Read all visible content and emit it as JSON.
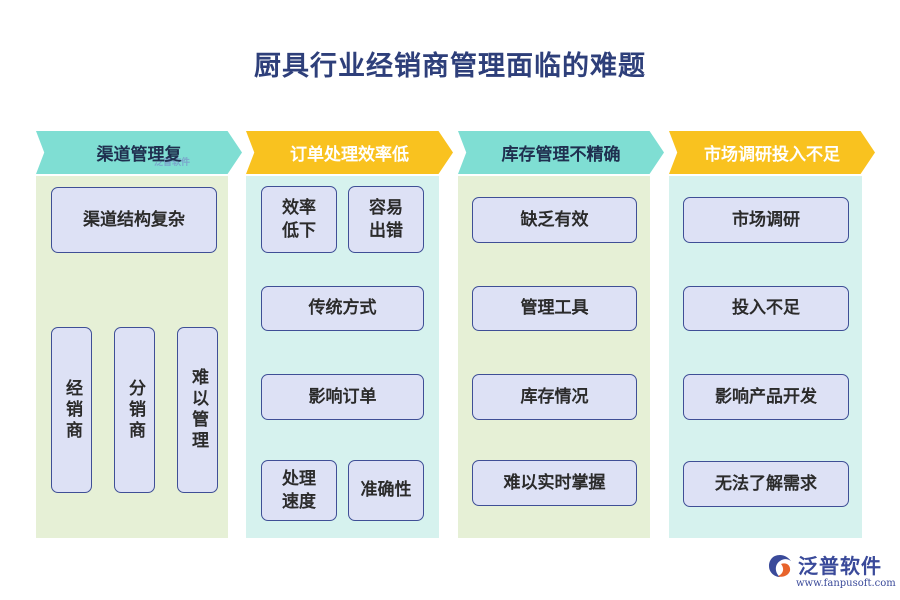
{
  "title": "厨具行业经销商管理面临的难题",
  "columns": [
    {
      "header": "渠道管理复",
      "watermark": "泛普软件",
      "items": [
        "渠道结构复杂",
        "经销商",
        "分销商",
        "难以管理"
      ]
    },
    {
      "header": "订单处理效率低",
      "items": [
        "效率低下",
        "容易出错",
        "传统方式",
        "影响订单",
        "处理速度",
        "准确性"
      ]
    },
    {
      "header": "库存管理不精确",
      "items": [
        "缺乏有效",
        "管理工具",
        "库存情况",
        "难以实时掌握"
      ]
    },
    {
      "header": "市场调研投入不足",
      "items": [
        "市场调研",
        "投入不足",
        "影响产品开发",
        "无法了解需求"
      ]
    }
  ],
  "logo": {
    "name": "泛普软件",
    "url": "www.fanpusoft.com"
  },
  "colors": {
    "title": "#2e3f7a",
    "chevron_cyan": "#7fded3",
    "chevron_yellow": "#f9c21f",
    "column_green": "#e6f0d6",
    "column_cyan": "#d6f2ee",
    "box_fill": "#dde1f5",
    "box_border": "#3f4f96"
  }
}
